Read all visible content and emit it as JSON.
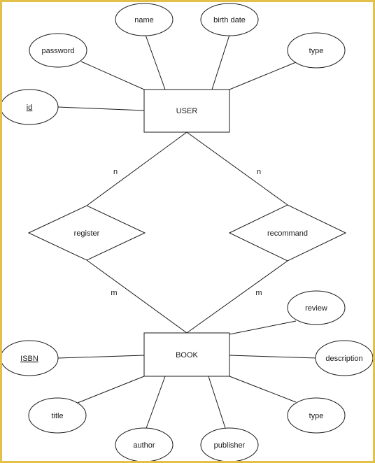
{
  "diagram": {
    "entities": {
      "user": "USER",
      "book": "BOOK"
    },
    "user_attributes": {
      "password": "password",
      "name": "name",
      "birth_date": "birth date",
      "type": "type",
      "id": "id"
    },
    "book_attributes": {
      "isbn": "ISBN",
      "title": "title",
      "author": "author",
      "publisher": "publisher",
      "type": "type",
      "description": "description",
      "review": "review"
    },
    "relationships": {
      "register": "register",
      "recommand": "recommand"
    },
    "cardinality": {
      "register_user": "n",
      "recommand_user": "n",
      "register_book": "m",
      "recommand_book": "m"
    }
  }
}
